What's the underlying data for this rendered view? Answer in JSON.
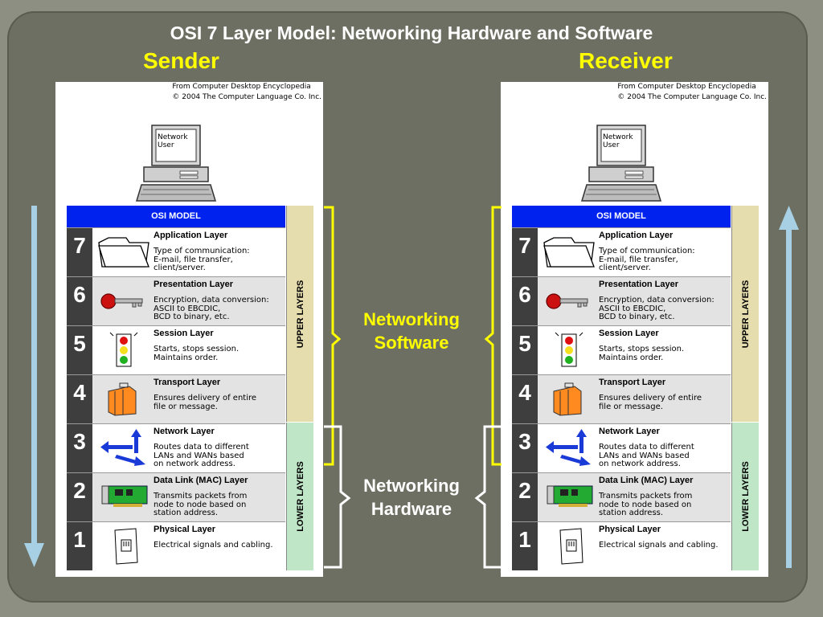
{
  "title": "OSI 7 Layer Model: Networking Hardware and Software",
  "sender_label": "Sender",
  "receiver_label": "Receiver",
  "credit_line1": "From Computer Desktop Encyclopedia",
  "credit_line2": "© 2004 The Computer Language Co. Inc.",
  "computer_screen_text": "Network\nUser",
  "model_header": "OSI MODEL",
  "upper_band": "UPPER LAYERS",
  "lower_band": "LOWER LAYERS",
  "networking_software": "Networking\nSoftware",
  "networking_hardware": "Networking\nHardware",
  "layers": [
    {
      "num": "7",
      "name": "Application Layer",
      "desc": "Type of communication:\nE-mail, file transfer,\nclient/server.",
      "icon": "folder-icon"
    },
    {
      "num": "6",
      "name": "Presentation Layer",
      "desc": "Encryption, data conversion:\nASCII to EBCDIC,\nBCD to binary, etc.",
      "icon": "key-icon"
    },
    {
      "num": "5",
      "name": "Session Layer",
      "desc": "Starts, stops session.\nMaintains order.",
      "icon": "traffic-light-icon"
    },
    {
      "num": "4",
      "name": "Transport Layer",
      "desc": "Ensures delivery of entire\nfile or message.",
      "icon": "luggage-icon"
    },
    {
      "num": "3",
      "name": "Network Layer",
      "desc": "Routes data to different\nLANs and WANs based\non network address.",
      "icon": "routing-arrows-icon"
    },
    {
      "num": "2",
      "name": "Data Link (MAC) Layer",
      "desc": "Transmits packets from\nnode to node based on\nstation address.",
      "icon": "network-card-icon"
    },
    {
      "num": "1",
      "name": "Physical Layer",
      "desc": "Electrical signals and cabling.",
      "icon": "jack-icon"
    }
  ],
  "colors": {
    "yellow": "#ffff00",
    "arrow_blue": "#a8d0e4",
    "header_blue": "#0022ee"
  }
}
